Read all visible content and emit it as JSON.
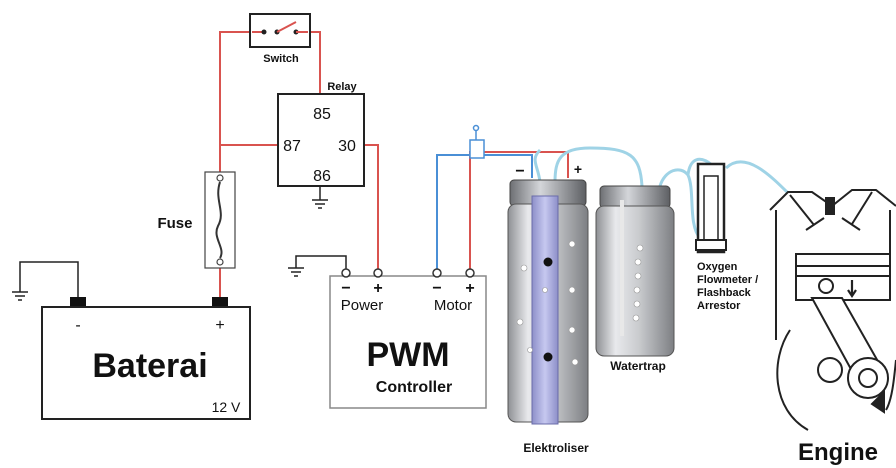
{
  "labels": {
    "switch": "Switch",
    "relay": "Relay",
    "relay_pin_85": "85",
    "relay_pin_87": "87",
    "relay_pin_30": "30",
    "relay_pin_86": "86",
    "fuse": "Fuse",
    "battery_name": "Baterai",
    "battery_voltage": "12 V",
    "battery_minus": "-",
    "battery_plus": "+",
    "pwm_power_minus": "−",
    "pwm_power_plus": "+",
    "pwm_power": "Power",
    "pwm_motor_minus": "−",
    "pwm_motor_plus": "+",
    "pwm_motor": "Motor",
    "pwm_title": "PWM",
    "pwm_subtitle": "Controller",
    "electrolyser_minus": "−",
    "electrolyser_plus": "+",
    "electrolyser": "Elektroliser",
    "watertrap": "Watertrap",
    "flowmeter_line1": "Oxygen",
    "flowmeter_line2": "Flowmeter /",
    "flowmeter_line3": "Flashback",
    "flowmeter_line4": "Arrestor",
    "engine": "Engine"
  },
  "colors": {
    "positive_wire": "#d9534f",
    "negative_wire": "#4a8fd6",
    "gas_hose": "#9fd3e6",
    "outline": "#222222"
  }
}
